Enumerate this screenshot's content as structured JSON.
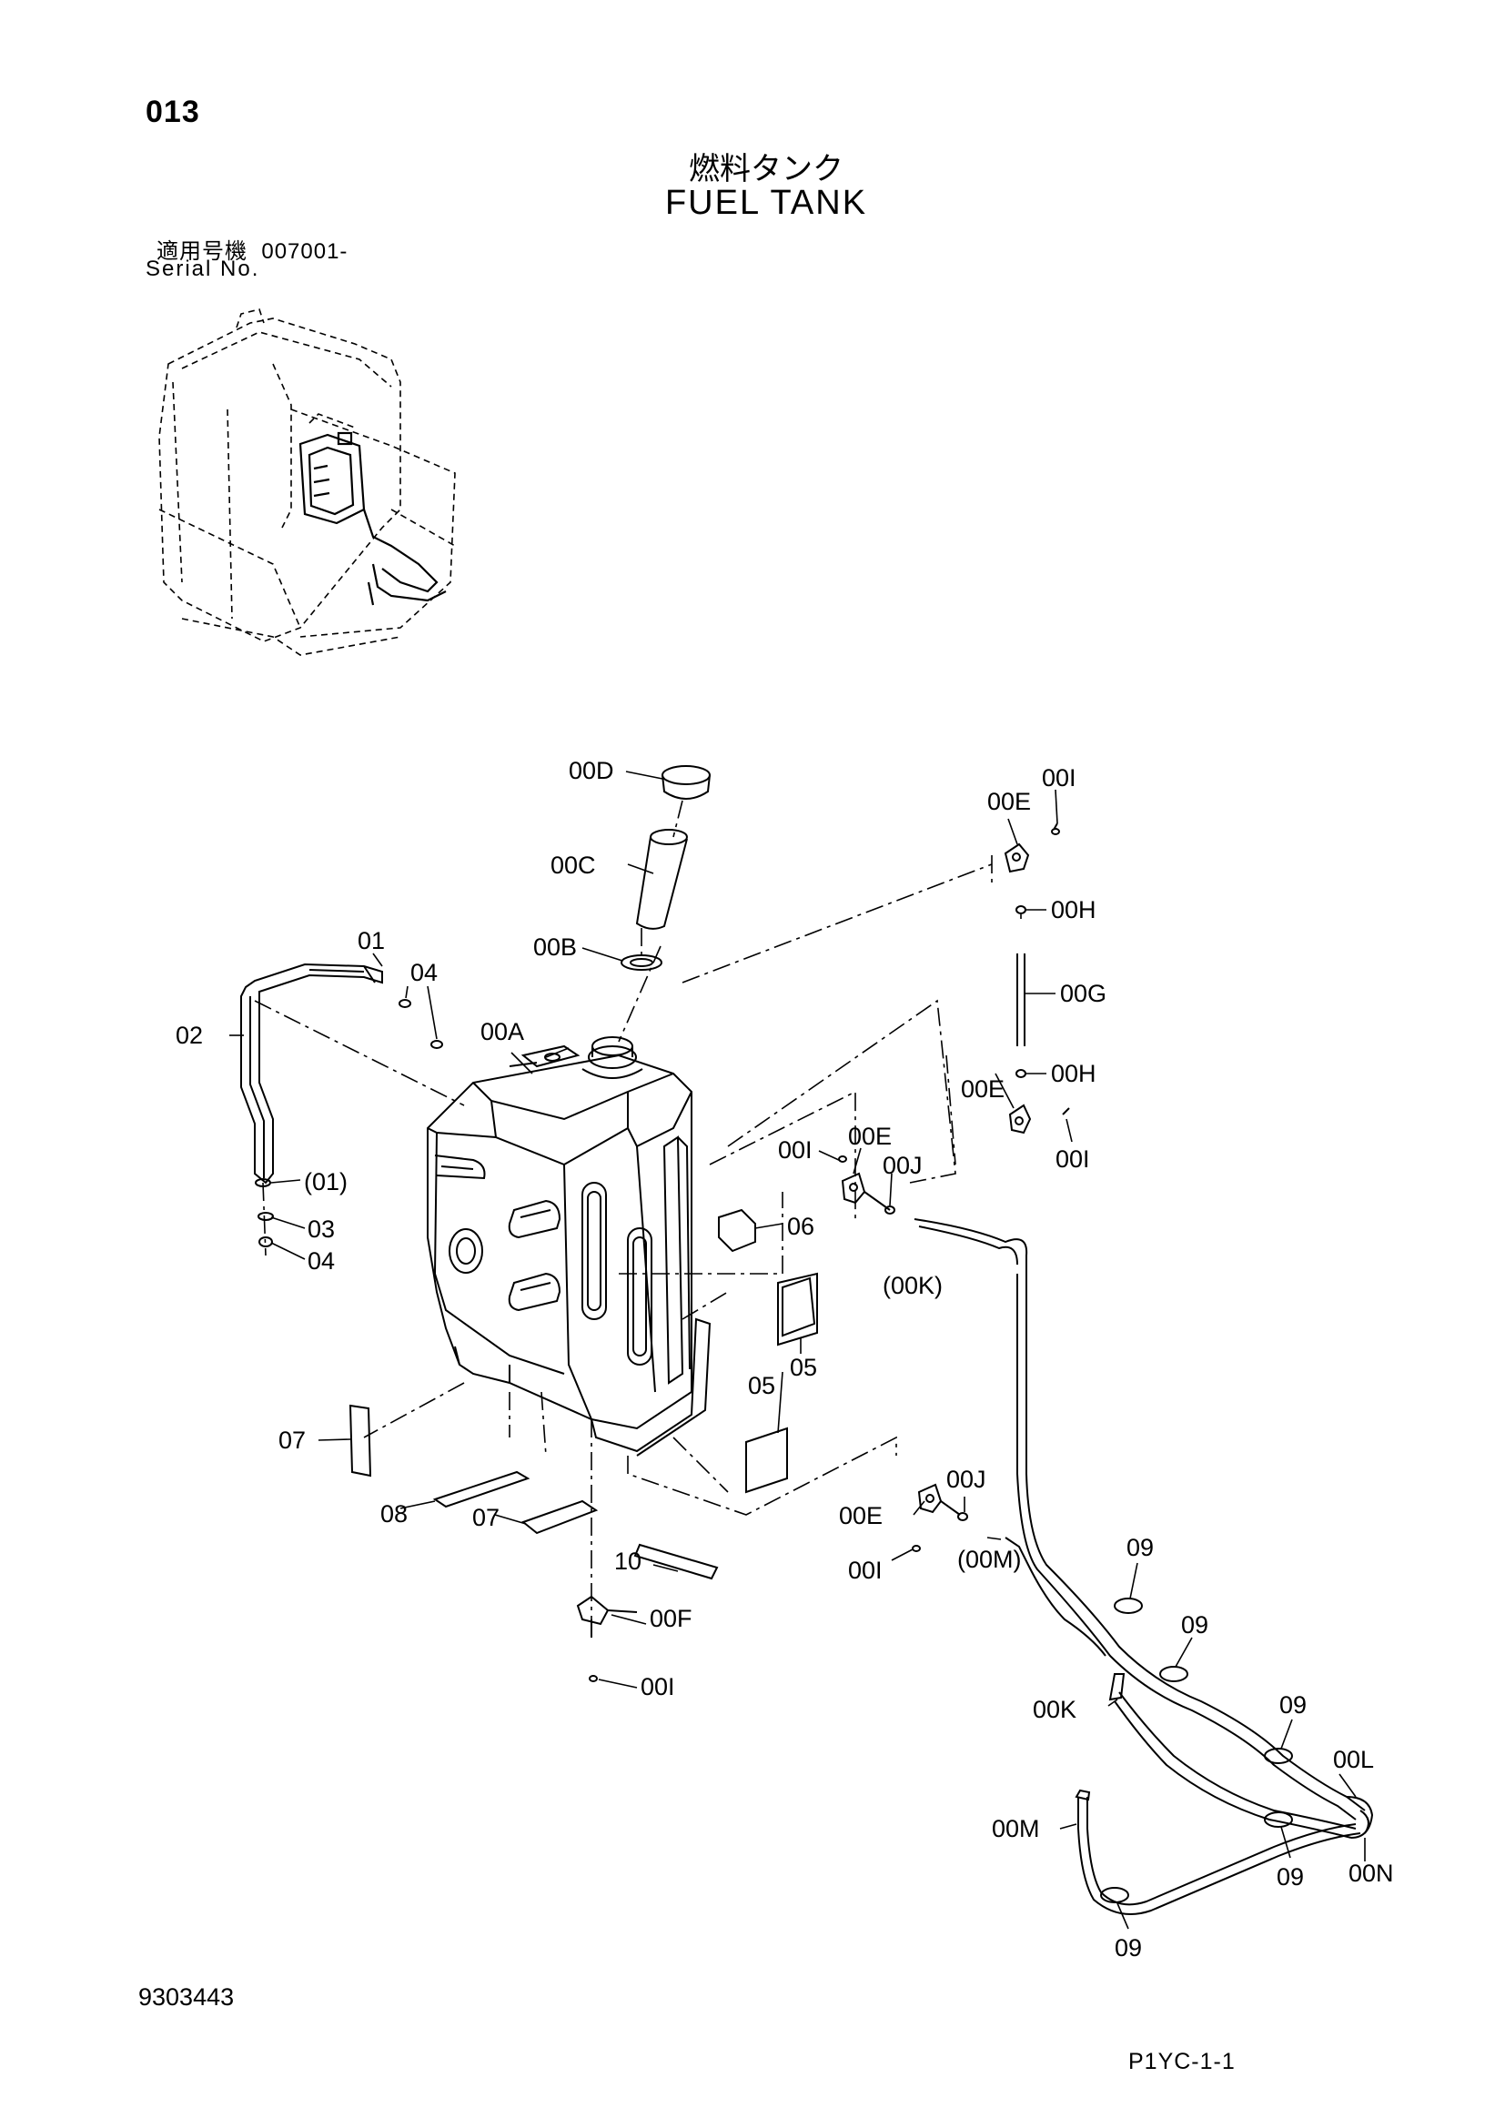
{
  "header": {
    "page_number": "013",
    "title_jp": "燃料タンク",
    "title_en": "FUEL TANK",
    "serial_label_jp": "適用号機",
    "serial_value": "007001-",
    "serial_label_en": "Serial No."
  },
  "footer": {
    "document_number": "9303443",
    "page_reference": "P1YC-1-1"
  },
  "part_labels": {
    "l_00D": "00D",
    "l_00C": "00C",
    "l_00B": "00B",
    "l_00A": "00A",
    "l_01": "01",
    "l_04a": "04",
    "l_02": "02",
    "l_01p": "(01)",
    "l_03": "03",
    "l_04b": "04",
    "l_00E1": "00E",
    "l_00I1": "00I",
    "l_00H1": "00H",
    "l_00G": "00G",
    "l_00H2": "00H",
    "l_00E2": "00E",
    "l_00I2": "00I",
    "l_00I3": "00I",
    "l_00E3": "00E",
    "l_00J1": "00J",
    "l_06": "06",
    "l_00Kp": "(00K)",
    "l_05a": "05",
    "l_05b": "05",
    "l_07a": "07",
    "l_08": "08",
    "l_07b": "07",
    "l_10": "10",
    "l_00J2": "00J",
    "l_00E4": "00E",
    "l_00I4": "00I",
    "l_00Mp": "(00M)",
    "l_00F": "00F",
    "l_00I5": "00I",
    "l_09a": "09",
    "l_09b": "09",
    "l_00K": "00K",
    "l_09c": "09",
    "l_00L": "00L",
    "l_00M": "00M",
    "l_09d": "09",
    "l_00N": "00N",
    "l_09e": "09"
  }
}
